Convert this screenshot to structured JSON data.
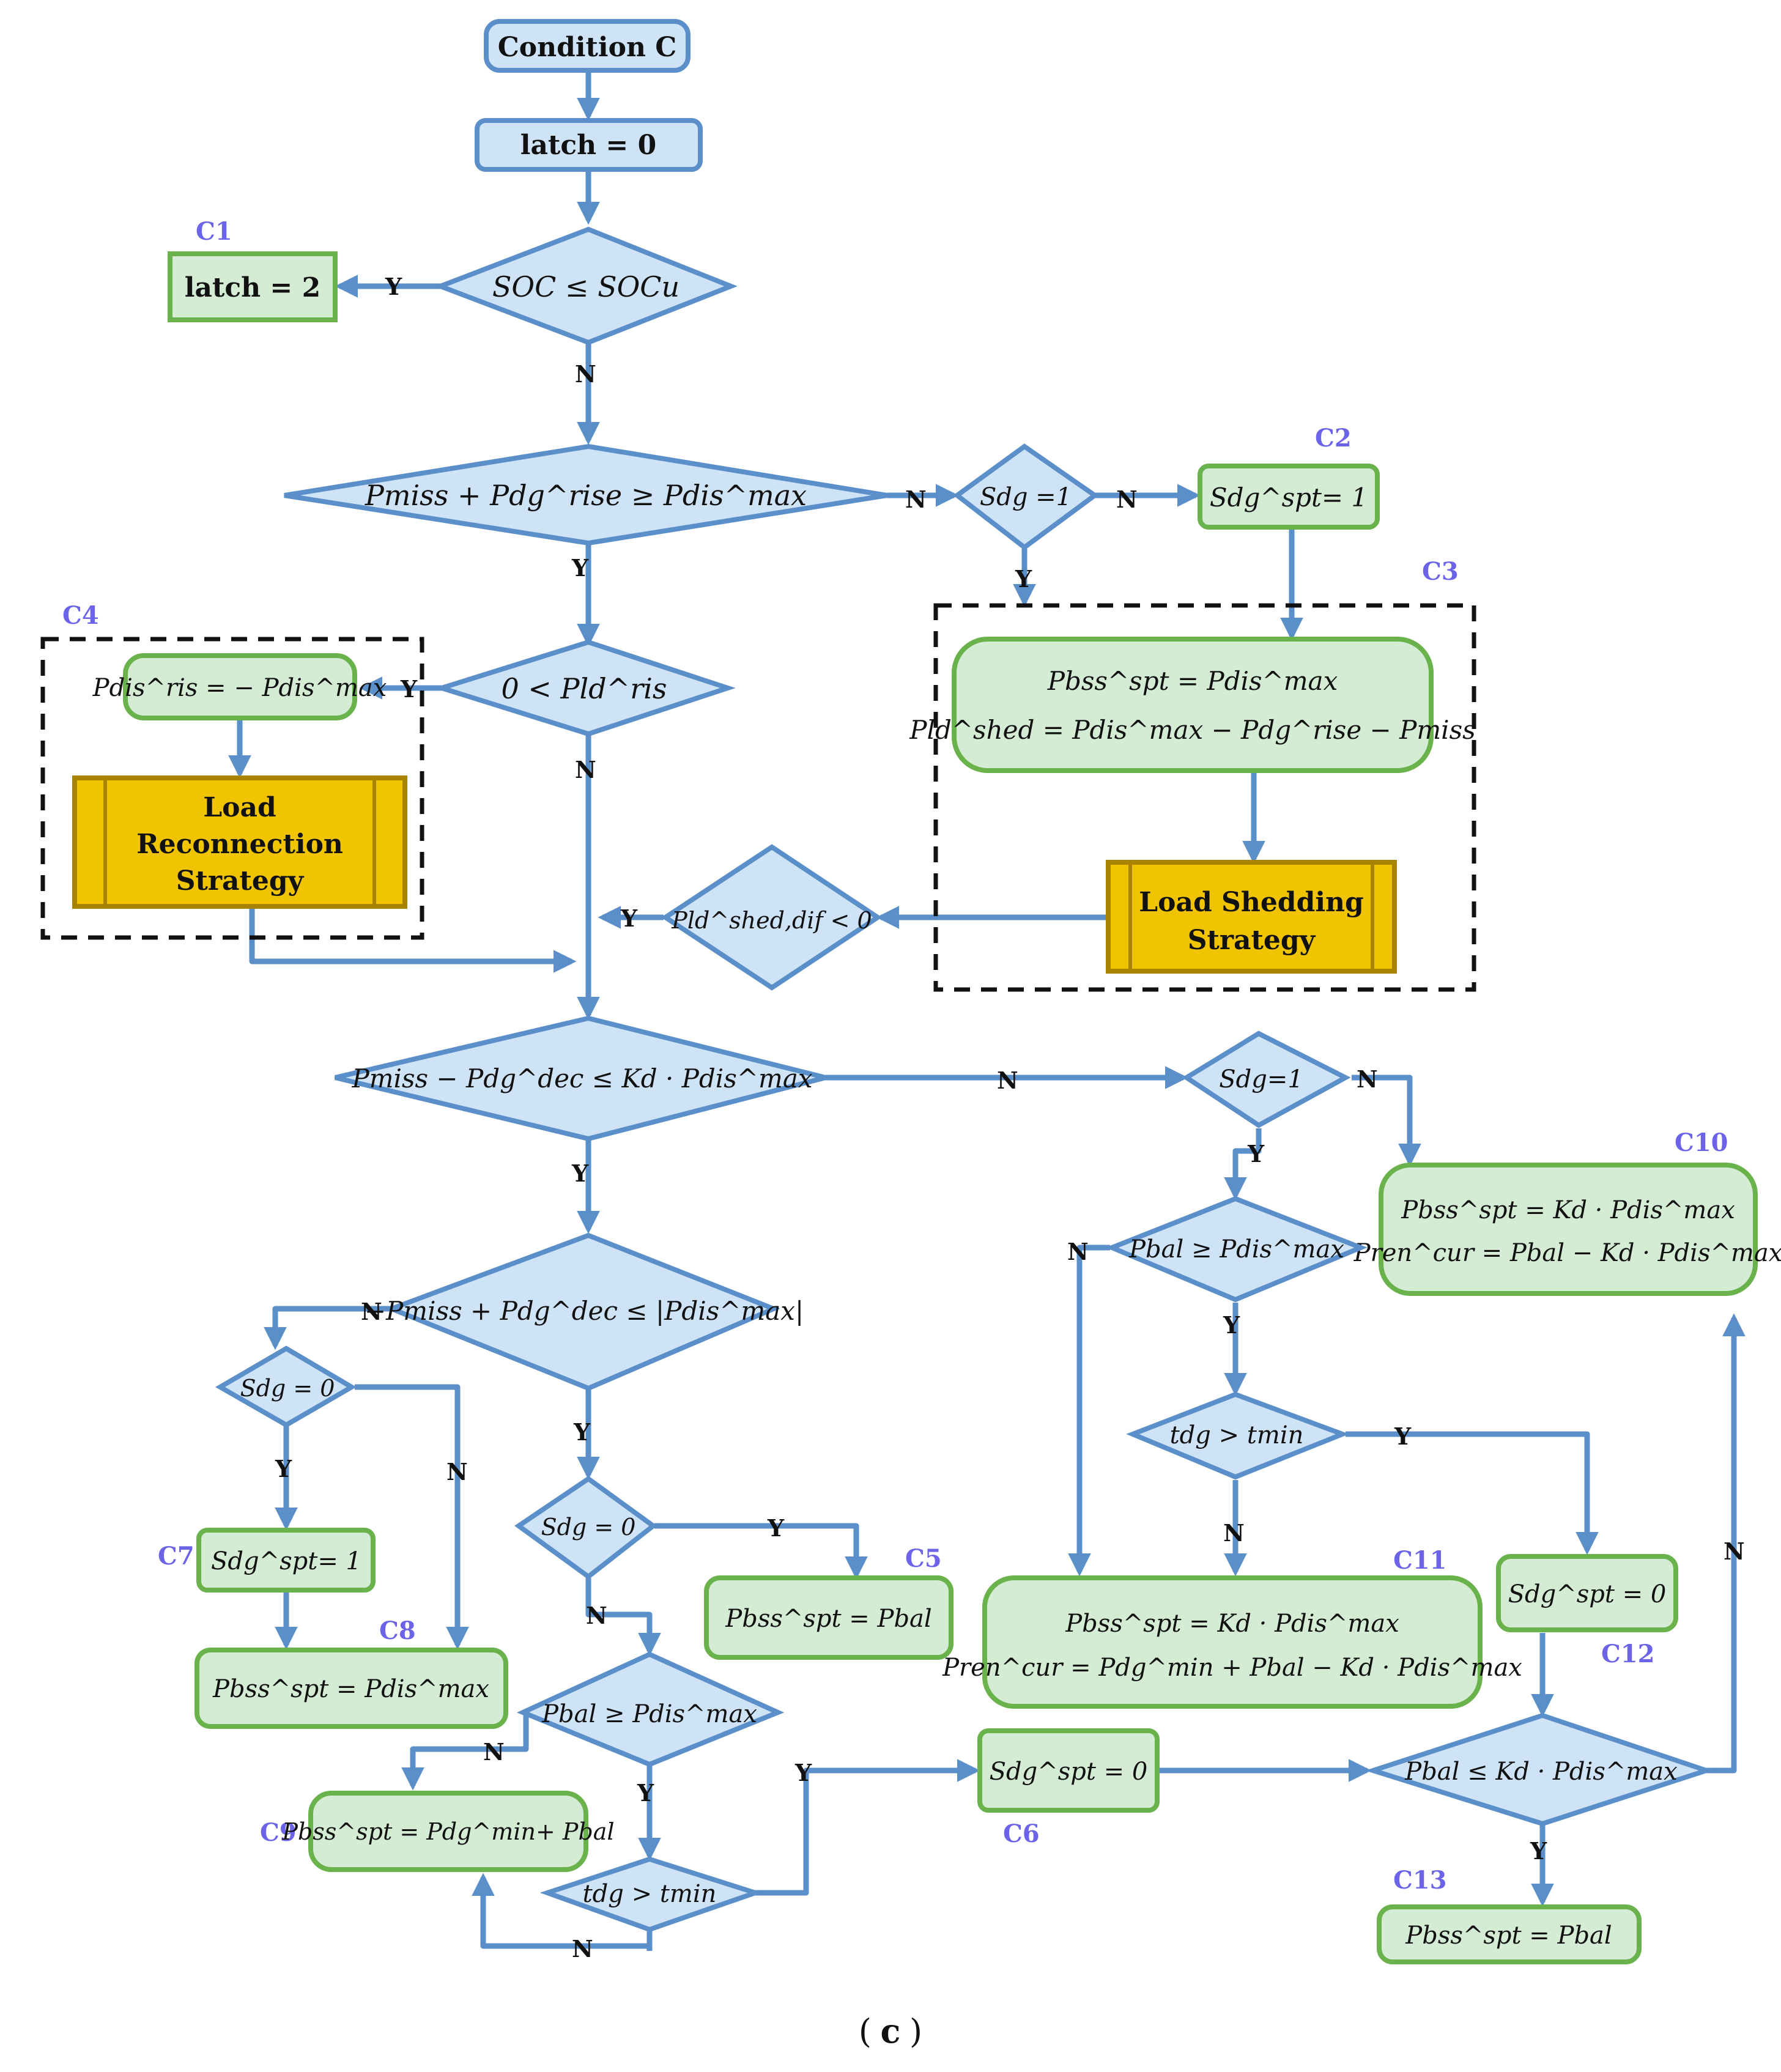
{
  "colors": {
    "start_fill": "#cfe3f7",
    "blue_stroke": "#5b8fc9",
    "green_fill": "#d5ecd4",
    "green_stroke": "#6ab24b",
    "strategy_fill": "#f0c400",
    "strategy_stroke": "#a88300",
    "tag": "#6b63e8",
    "dashed": "#111111"
  },
  "nodes": {
    "start": "Condition C",
    "latch0": "latch = 0",
    "latch2": "latch = 2",
    "soc": "SOC ≤ SOCu",
    "d_pmiss_rise": "Pmiss + Pdg^rise ≥ Pdis^max",
    "d_sdg1_top": "Sdg =1",
    "c2": "Sdg^spt= 1",
    "d_pld_ris": "0 < Pld^ris",
    "c4_box": "Pdis^ris = − Pdis^max",
    "load_reconnection": [
      "Load",
      "Reconnection",
      "Strategy"
    ],
    "c3_line1": "Pbss^spt = Pdis^max",
    "c3_line2": "Pld^shed = Pdis^max − Pdg^rise − Pmiss",
    "load_shedding": [
      "Load Shedding",
      "Strategy"
    ],
    "d_shed_dif": "Pld^shed,dif < 0",
    "d_pmiss_dec": "Pmiss − Pdg^dec ≤ Kd · Pdis^max",
    "d_sdg1_mid": "Sdg=1",
    "c10_line1": "Pbss^spt = Kd · Pdis^max",
    "c10_line2": "Pren^cur = Pbal − Kd · Pdis^max",
    "d_abs": "−Pmiss + Pdg^dec ≤ |Pdis^max|",
    "d_sdg0_left": "Sdg = 0",
    "c7": "Sdg^spt= 1",
    "c8": "Pbss^spt = Pdis^max",
    "d_sdg0_center": "Sdg = 0",
    "c5": "Pbss^spt = Pbal",
    "d_pbal_left": "Pbal ≥ Pdis^max",
    "c9": "Pbss^spt = Pdg^min+ Pbal",
    "d_tdg_left": "tdg > tmin",
    "c6": "Sdg^spt = 0",
    "d_pbal_right": "Pbal ≥ Pdis^max",
    "d_tdg_right": "tdg > tmin",
    "c11_line1": "Pbss^spt = Kd · Pdis^max",
    "c11_line2": "Pren^cur = Pdg^min + Pbal − Kd · Pdis^max",
    "c12": "Sdg^spt = 0",
    "d_pbal_kd": "Pbal ≤ Kd · Pdis^max",
    "c13": "Pbss^spt = Pbal"
  },
  "tags": {
    "c1": "C1",
    "c2": "C2",
    "c3": "C3",
    "c4": "C4",
    "c5": "C5",
    "c6": "C6",
    "c7": "C7",
    "c8": "C8",
    "c9": "C9",
    "c10": "C10",
    "c11": "C11",
    "c12": "C12",
    "c13": "C13"
  },
  "edge_labels": {
    "yes": "Y",
    "no": "N"
  },
  "subfigure_label": {
    "open": "(",
    "letter": "c",
    "close": ")"
  }
}
